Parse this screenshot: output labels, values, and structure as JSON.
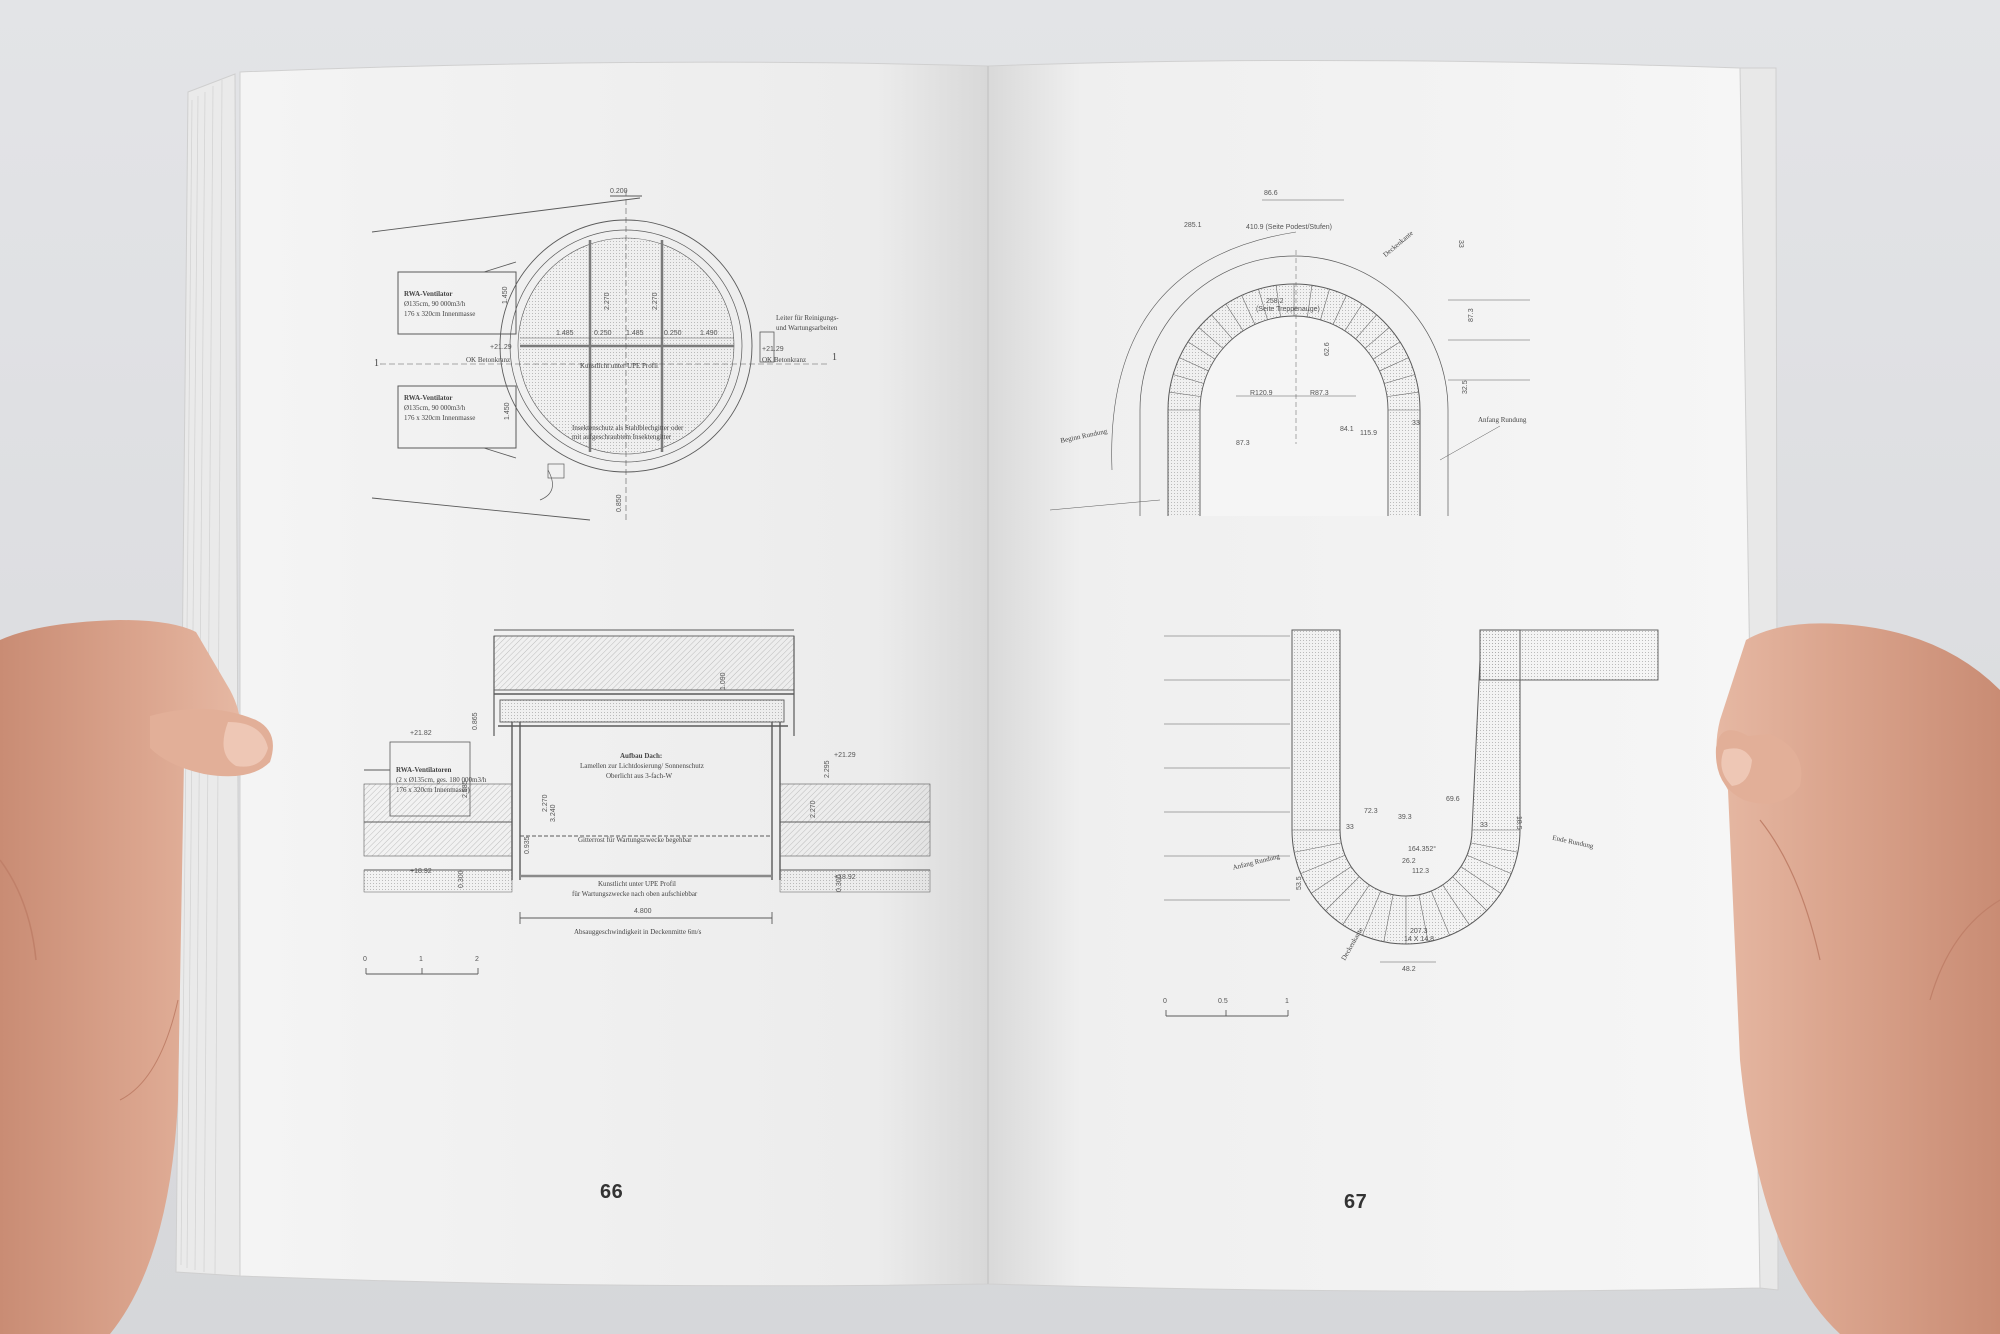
{
  "book": {
    "left_page": {
      "number": "66",
      "plan": {
        "label_fan_top_1": "RWA-Ventilator",
        "label_fan_top_2": "Ø135cm, 90 000m3/h",
        "label_fan_top_3": "176 x 320cm Innenmasse",
        "label_fan_bot_1": "RWA-Ventilator",
        "label_fan_bot_2": "Ø135cm, 90 000m3/h",
        "label_fan_bot_3": "176 x 320cm Innenmasse",
        "label_ladder_1": "Leiter für Reinigungs-",
        "label_ladder_2": "und Wartungsarbeiten",
        "label_ok_left": "OK Betonkranz",
        "label_ok_right": "OK Betonkranz",
        "label_kunstlicht": "Kunstlicht unter UPE Profil",
        "label_insect_1": "Insektenschutz als Stahlblechgitter oder",
        "label_insect_2": "mit aufgeschraubtem Insektengitter",
        "section_mark_left": "1",
        "section_mark_right": "1",
        "dim_1": "1.485",
        "dim_2": "0.250",
        "dim_3": "1.485",
        "dim_4": "0.250",
        "dim_5": "1.490",
        "dim_6": "2.270",
        "dim_7": "2.270",
        "dim_8": "+21.29",
        "dim_9": "+21.29",
        "dim_10": "0.850",
        "dim_11": "1.450",
        "dim_12": "1.450",
        "dim_13": "0.200"
      },
      "section": {
        "label_fan_1": "RWA-Ventilatoren",
        "label_fan_2": "(2 x Ø135cm, ges. 180 000m3/h",
        "label_fan_3": "176 x 320cm Innenmasse)",
        "label_roof_1": "Aufbau Dach:",
        "label_roof_2": "Lamellen zur Lichtdosierung/ Sonnenschutz",
        "label_roof_3": "Oberlicht aus 3-fach-W",
        "label_grating": "Gitterrost für Wartungszwecke begehbar",
        "label_light_1": "Kunstlicht unter UPE Profil",
        "label_light_2": "für Wartungszwecke nach oben aufschiebbar",
        "label_speed": "Absauggeschwindigkeit in Deckenmitte 6m/s",
        "elev_1": "+21.82",
        "elev_2": "+21.29",
        "elev_3": "+18.92",
        "elev_4": "+18.92",
        "dim_width": "4.800",
        "dim_1": "1.090",
        "dim_2": "0.865",
        "dim_3": "2.985",
        "dim_4": "2.270",
        "dim_5": "3.240",
        "dim_6": "2.295",
        "dim_7": "2.270",
        "dim_8": "0.935",
        "dim_9": "0.300",
        "dim_10": "0.300",
        "scale_0": "0",
        "scale_1": "1",
        "scale_2": "2"
      }
    },
    "right_page": {
      "number": "67",
      "stair_top": {
        "dim_1": "86.6",
        "dim_2": "410.9 (Seite Podest/Stufen)",
        "dim_3": "285.1",
        "dim_4": "258.2",
        "dim_5": "(Seite Treppenauge)",
        "dim_6": "R120.9",
        "dim_7": "R87.3",
        "dim_8": "87.3",
        "dim_9": "84.1",
        "dim_10": "115.9",
        "dim_11": "33",
        "dim_12": "32.5",
        "dim_13": "87.3",
        "dim_14": "33",
        "dim_15": "62.6",
        "label_start": "Anfang Rundung",
        "label_end": "Beginn Rundung",
        "label_top": "Deckenkante"
      },
      "stair_bottom": {
        "dim_1": "72.3",
        "dim_2": "39.3",
        "dim_3": "69.6",
        "dim_4": "33",
        "dim_5": "33",
        "dim_6": "18.5",
        "dim_7": "164.352°",
        "dim_8": "26.2",
        "dim_9": "112.3",
        "dim_10": "207.3",
        "dim_11": "14 X 14.8",
        "dim_12": "48.2",
        "dim_13": "53.5",
        "label_start": "Anfang Rundung",
        "label_end": "Ende Rundung",
        "label_left": "Deckenkante",
        "scale_0": "0",
        "scale_1": "0.5",
        "scale_2": "1"
      }
    }
  },
  "colors": {
    "background": "#dfe0e3",
    "paper": "#f6f6f6",
    "ink": "#555555",
    "skin": "#dba58e"
  }
}
